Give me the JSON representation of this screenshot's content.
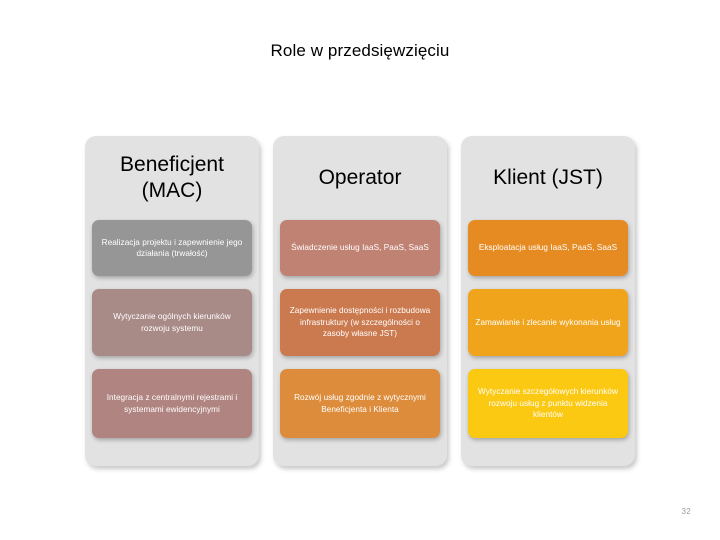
{
  "slide": {
    "title": "Role w przedsięwzięciu",
    "page_number": "32",
    "background_color": "#ffffff",
    "panel_color": "#e2e2e2"
  },
  "columns": [
    {
      "id": "beneficjent",
      "header": "Beneficjent (MAC)",
      "cells": [
        {
          "text": "Realizacja projektu i zapewnienie jego działania (trwałość)",
          "color": "#969696"
        },
        {
          "text": "Wytyczanie ogólnych kierunków rozwoju systemu",
          "color": "#a88a87"
        },
        {
          "text": "Integracja z centralnymi rejestrami i systemami ewidencyjnymi",
          "color": "#b08481"
        }
      ]
    },
    {
      "id": "operator",
      "header": "Operator",
      "cells": [
        {
          "text": "Świadczenie usług IaaS, PaaS, SaaS",
          "color": "#c08273"
        },
        {
          "text": "Zapewnienie dostępności i rozbudowa infrastruktury (w szczególności o zasoby własne JST)",
          "color": "#cb7a4f"
        },
        {
          "text": "Rozwój usług zgodnie z wytycznymi Beneficjenta i Klienta",
          "color": "#dd8c3b"
        }
      ]
    },
    {
      "id": "klient",
      "header": "Klient (JST)",
      "cells": [
        {
          "text": "Eksploatacja usług IaaS, PaaS, SaaS",
          "color": "#e68b22"
        },
        {
          "text": "Zamawianie i zlecanie wykonania usług",
          "color": "#f0a41b"
        },
        {
          "text": "Wytyczanie szczegółowych kierunków rozwoju usług z punktu widzenia klientów",
          "color": "#fbc812"
        }
      ]
    }
  ]
}
